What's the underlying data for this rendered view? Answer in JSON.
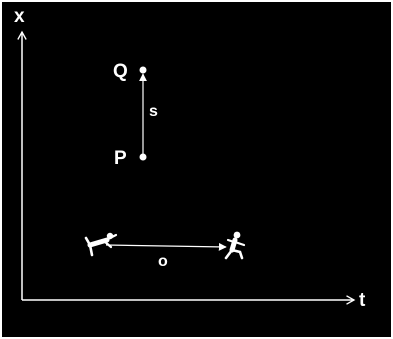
{
  "colors": {
    "background": "#000000",
    "foreground": "#ffffff"
  },
  "axes": {
    "vertical_label": "x",
    "horizontal_label": "t"
  },
  "points": {
    "q_label": "Q",
    "p_label": "P"
  },
  "vectors": {
    "s_label": "s",
    "o_label": "o"
  },
  "icons": [
    "falling-person-icon",
    "running-person-icon"
  ]
}
